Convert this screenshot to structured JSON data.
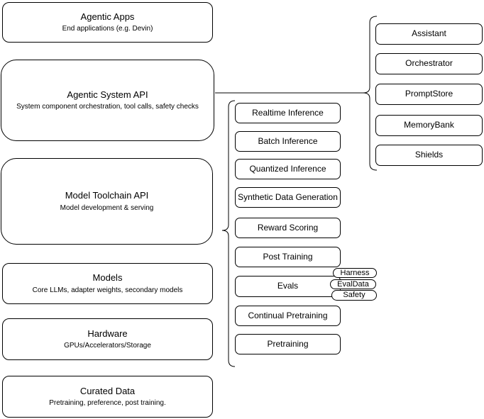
{
  "left_column": [
    {
      "title": "Agentic Apps",
      "subtitle": "End applications (e.g. Devin)"
    },
    {
      "title": "Agentic System API",
      "subtitle": "System component orchestration, tool calls, safety checks"
    },
    {
      "title": "Model Toolchain API",
      "subtitle": "Model development & serving"
    },
    {
      "title": "Models",
      "subtitle": "Core LLMs, adapter weights, secondary models"
    },
    {
      "title": "Hardware",
      "subtitle": "GPUs/Accelerators/Storage"
    },
    {
      "title": "Curated Data",
      "subtitle": "Pretraining, preference, post training."
    }
  ],
  "toolchain_services": [
    {
      "label": "Realtime Inference"
    },
    {
      "label": "Batch Inference"
    },
    {
      "label": "Quantized Inference"
    },
    {
      "label": "Synthetic Data Generation"
    },
    {
      "label": "Reward Scoring"
    },
    {
      "label": "Post Training"
    },
    {
      "label": "Evals"
    },
    {
      "label": "Continual Pretraining"
    },
    {
      "label": "Pretraining"
    }
  ],
  "evals_tags": [
    {
      "label": "Harness"
    },
    {
      "label": "EvalData"
    },
    {
      "label": "Safety"
    }
  ],
  "system_components": [
    {
      "label": "Assistant"
    },
    {
      "label": "Orchestrator"
    },
    {
      "label": "PromptStore"
    },
    {
      "label": "MemoryBank"
    },
    {
      "label": "Shields"
    }
  ],
  "colors": {
    "stroke": "#000000",
    "fill": "#ffffff",
    "text": "#000000"
  }
}
